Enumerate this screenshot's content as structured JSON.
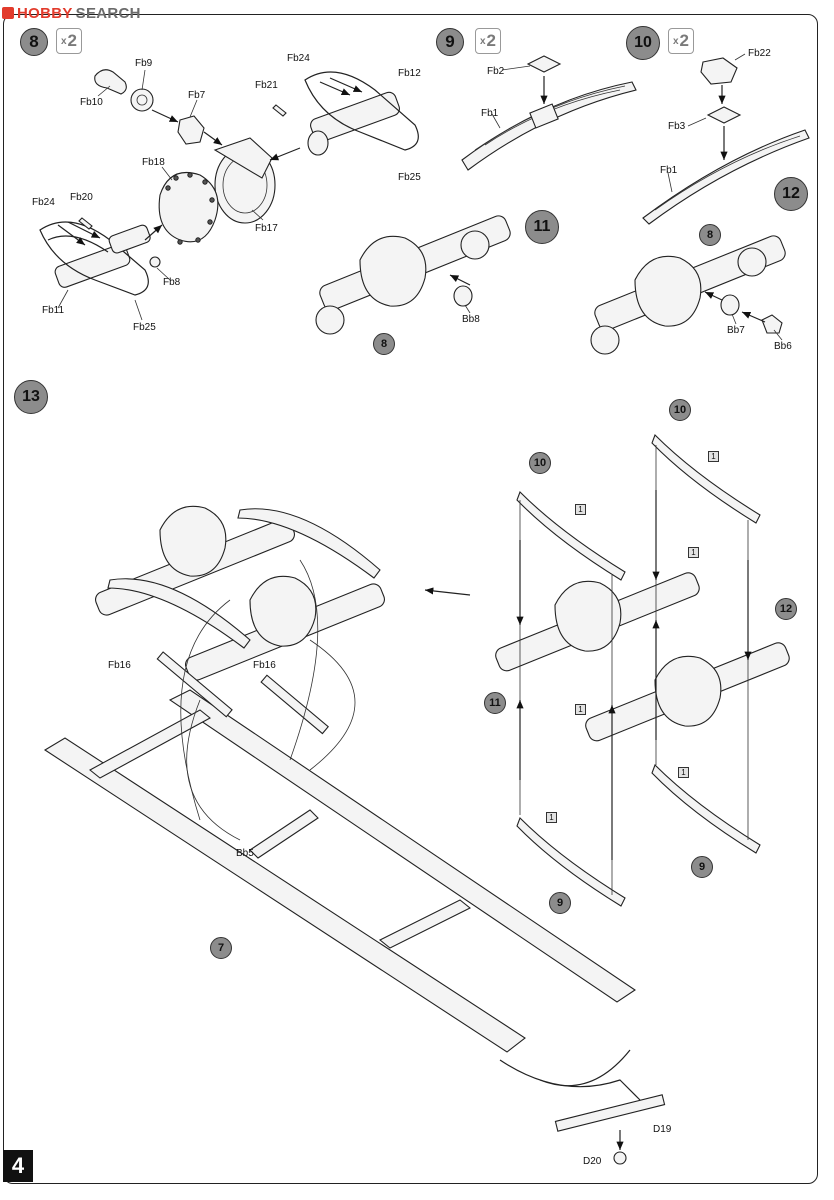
{
  "watermark": {
    "brand": "HOBBY",
    "suffix": "SEARCH"
  },
  "page_number": "4",
  "steps": {
    "s8": {
      "number": "8",
      "multiplier": "2"
    },
    "s9": {
      "number": "9",
      "multiplier": "2"
    },
    "s10": {
      "number": "10",
      "multiplier": "2"
    },
    "s11": {
      "number": "11"
    },
    "s12": {
      "number": "12"
    },
    "s13": {
      "number": "13"
    }
  },
  "multiplier_prefix": "x",
  "part_labels": {
    "fb9": "Fb9",
    "fb10": "Fb10",
    "fb7": "Fb7",
    "fb18": "Fb18",
    "fb17": "Fb17",
    "fb24_a": "Fb24",
    "fb20": "Fb20",
    "fb11": "Fb11",
    "fb25_a": "Fb25",
    "fb8": "Fb8",
    "fb24_b": "Fb24",
    "fb21": "Fb21",
    "fb12": "Fb12",
    "fb25_b": "Fb25",
    "fb2": "Fb2",
    "fb1_a": "Fb1",
    "fb22": "Fb22",
    "fb3": "Fb3",
    "fb1_b": "Fb1",
    "bb8": "Bb8",
    "bb7": "Bb7",
    "bb6": "Bb6",
    "fb16_a": "Fb16",
    "fb16_b": "Fb16",
    "bb5": "Bb5",
    "d19": "D19",
    "d20": "D20"
  },
  "callouts": {
    "c8_step11": "8",
    "c8_step12": "8",
    "c10_a": "10",
    "c10_b": "10",
    "c12": "12",
    "c11": "11",
    "c9_a": "9",
    "c9_b": "9",
    "c7": "7"
  },
  "sub_marks": {
    "m1": "1",
    "m2": "1",
    "m3": "1",
    "m4": "1",
    "m5": "1",
    "m6": "1"
  }
}
